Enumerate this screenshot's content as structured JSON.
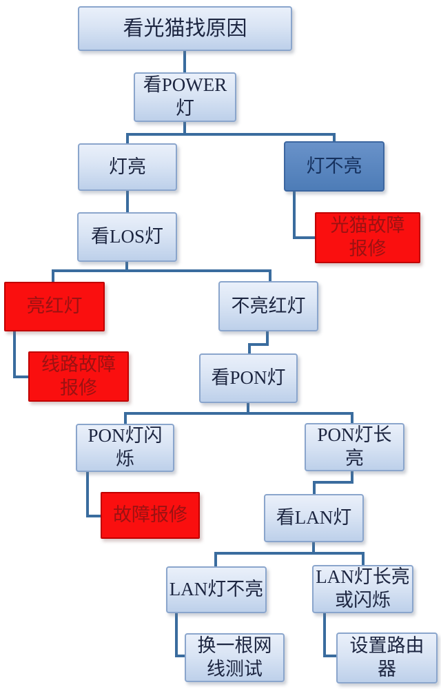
{
  "title": "看光猫找原因",
  "colors": {
    "background": "#ffffff",
    "box_fill_top": "#eaf0fa",
    "box_fill_bottom": "#bdd0ea",
    "box_border": "#8aa5cc",
    "box_text": "#1c2540",
    "dark_fill_top": "#6992c9",
    "dark_fill_bottom": "#4d7cb7",
    "dark_border": "#3c66a0",
    "dark_text": "#16315e",
    "alert_fill": "#fa0f0f",
    "alert_border": "#c00000",
    "alert_text": "#9a1212",
    "connector": "#3a6c9e"
  },
  "nodes": [
    {
      "id": "root",
      "label": "看光猫找原因",
      "type": "step"
    },
    {
      "id": "power",
      "label": "看POWER\n灯",
      "type": "step"
    },
    {
      "id": "light_on",
      "label": "灯亮",
      "type": "step"
    },
    {
      "id": "light_off",
      "label": "灯不亮",
      "type": "condition-dark"
    },
    {
      "id": "modem_fault",
      "label": "光猫故障\n报修",
      "type": "alert"
    },
    {
      "id": "los",
      "label": "看LOS灯",
      "type": "step"
    },
    {
      "id": "red_on",
      "label": "亮红灯",
      "type": "alert"
    },
    {
      "id": "red_off",
      "label": "不亮红灯",
      "type": "step"
    },
    {
      "id": "line_fault",
      "label": "线路故障\n报修",
      "type": "alert"
    },
    {
      "id": "pon",
      "label": "看PON灯",
      "type": "step"
    },
    {
      "id": "pon_blink",
      "label": "PON灯闪\n烁",
      "type": "step"
    },
    {
      "id": "pon_steady",
      "label": "PON灯长\n亮",
      "type": "step"
    },
    {
      "id": "fault",
      "label": "故障报修",
      "type": "alert"
    },
    {
      "id": "lan",
      "label": "看LAN灯",
      "type": "step"
    },
    {
      "id": "lan_off",
      "label": "LAN灯不亮",
      "type": "step"
    },
    {
      "id": "lan_on",
      "label": "LAN灯长亮\n或闪烁",
      "type": "step"
    },
    {
      "id": "cable",
      "label": "换一根网\n线测试",
      "type": "step"
    },
    {
      "id": "router",
      "label": "设置路由\n器",
      "type": "step"
    }
  ]
}
